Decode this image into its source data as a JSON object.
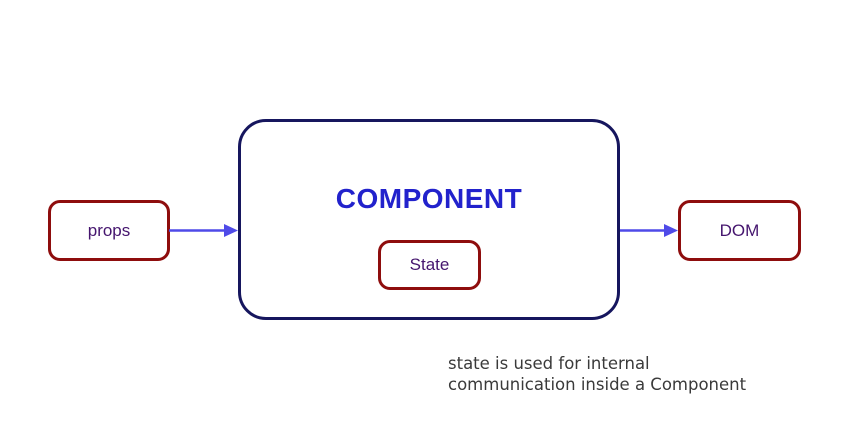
{
  "diagram": {
    "nodes": {
      "props": {
        "label": "props"
      },
      "component": {
        "label": "COMPONENT"
      },
      "state": {
        "label": "State"
      },
      "dom": {
        "label": "DOM"
      }
    },
    "arrows": [
      {
        "name": "props-to-component"
      },
      {
        "name": "component-to-dom"
      }
    ],
    "caption": {
      "line1": "state is used for internal",
      "line2": "communication inside a Component"
    },
    "colors": {
      "small_box_border": "#8e0d0d",
      "component_border": "#16165e",
      "component_title": "#2222cc",
      "node_label_text": "#45156e",
      "arrow": "#4f4ae8",
      "caption_text": "#3a3a3a",
      "background": "#ffffff"
    }
  }
}
